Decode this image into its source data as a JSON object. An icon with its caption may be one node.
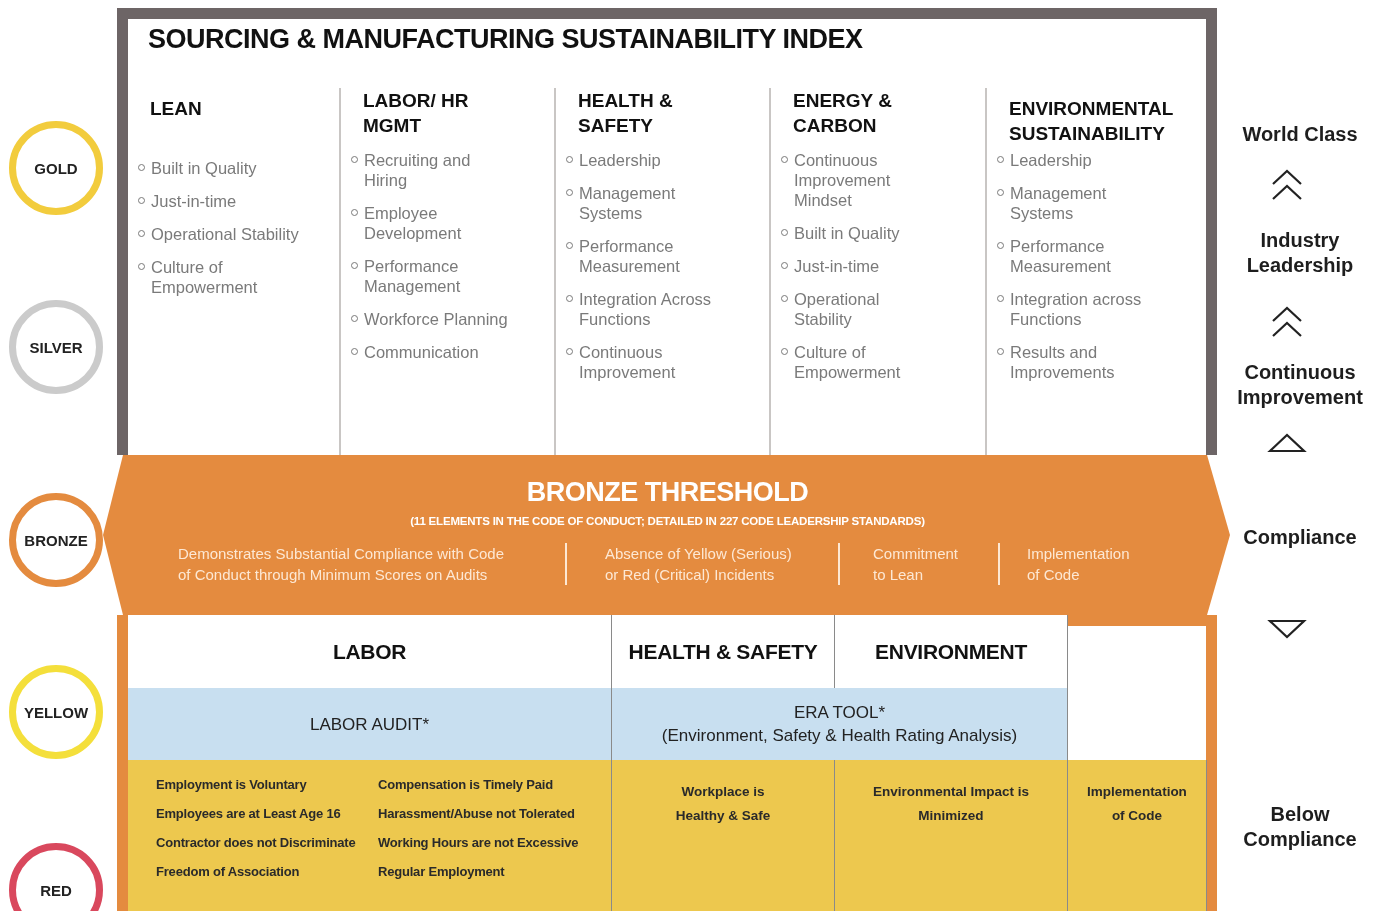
{
  "diagram": {
    "title": "SOURCING & MANUFACTURING SUSTAINABILITY INDEX",
    "nodes": [
      {
        "text": [
          "LEAN",
          "Built in Quality",
          "Just-in-time",
          "Operational Stability",
          "Culture of Empowerment"
        ]
      },
      {
        "text": [
          "LABOR/ HR MGMT",
          "Recruiting and Hiring",
          "Employee Development",
          "Performance Management",
          "Workforce Planning",
          "Communication"
        ]
      },
      {
        "text": [
          "HEALTH & SAFETY",
          "Leadership",
          "Management Systems",
          "Performance Measurement",
          "Integration Across Functions",
          "Continuous Improvement"
        ]
      },
      {
        "text": [
          "ENERGY & CARBON",
          "Continuous Improvement Mindset",
          "Built in Quality",
          "Just-in-time",
          "Operational Stability",
          "Culture of Empowerment"
        ]
      },
      {
        "text": [
          "ENVIRONMENTAL SUSTAINABILITY",
          "Leadership",
          "Management Systems",
          "Performance Measurement",
          "Integration across Functions",
          "Results and Improvements"
        ]
      },
      {
        "text": [
          "BRONZE THRESHOLD",
          "(11 ELEMENTS IN THE CODE OF CONDUCT; DETAILED IN 227 CODE LEADERSHIP STANDARDS)",
          "Demonstrates Substantial Compliance with Code of Conduct through Minimum Scores on Audits",
          "Absence of Yellow (Serious) or Red (Critical) Incidents",
          "Commitment to Lean",
          "Implementation of Code"
        ]
      },
      {
        "text": [
          "LABOR"
        ]
      },
      {
        "text": [
          "HEALTH & SAFETY"
        ]
      },
      {
        "text": [
          "ENVIRONMENT"
        ]
      },
      {
        "text": [
          "LABOR AUDIT*"
        ]
      },
      {
        "text": [
          "ERA TOOL*",
          "(Environment, Safety & Health Rating Analysis)"
        ]
      },
      {
        "text": [
          "Employment is Voluntary",
          "Employees are at Least Age 16",
          "Contractor does not Discriminate",
          "Freedom of Association",
          "Compensation is Timely Paid",
          "Harassment/Abuse not Tolerated",
          "Working Hours are not Excessive",
          "Regular Employment"
        ]
      },
      {
        "text": [
          "Workplace is Healthy & Safe"
        ]
      },
      {
        "text": [
          "Environmental Impact is Minimized"
        ]
      },
      {
        "text": [
          "Implementation of Code"
        ]
      },
      {
        "text": [
          "GOLD"
        ]
      },
      {
        "text": [
          "SILVER"
        ]
      },
      {
        "text": [
          "BRONZE"
        ]
      },
      {
        "text": [
          "YELLOW"
        ]
      },
      {
        "text": [
          "RED"
        ]
      }
    ],
    "labels": [
      "World Class",
      "Industry Leadership",
      "Continuous Improvement",
      "Compliance",
      "Below Compliance"
    ]
  }
}
